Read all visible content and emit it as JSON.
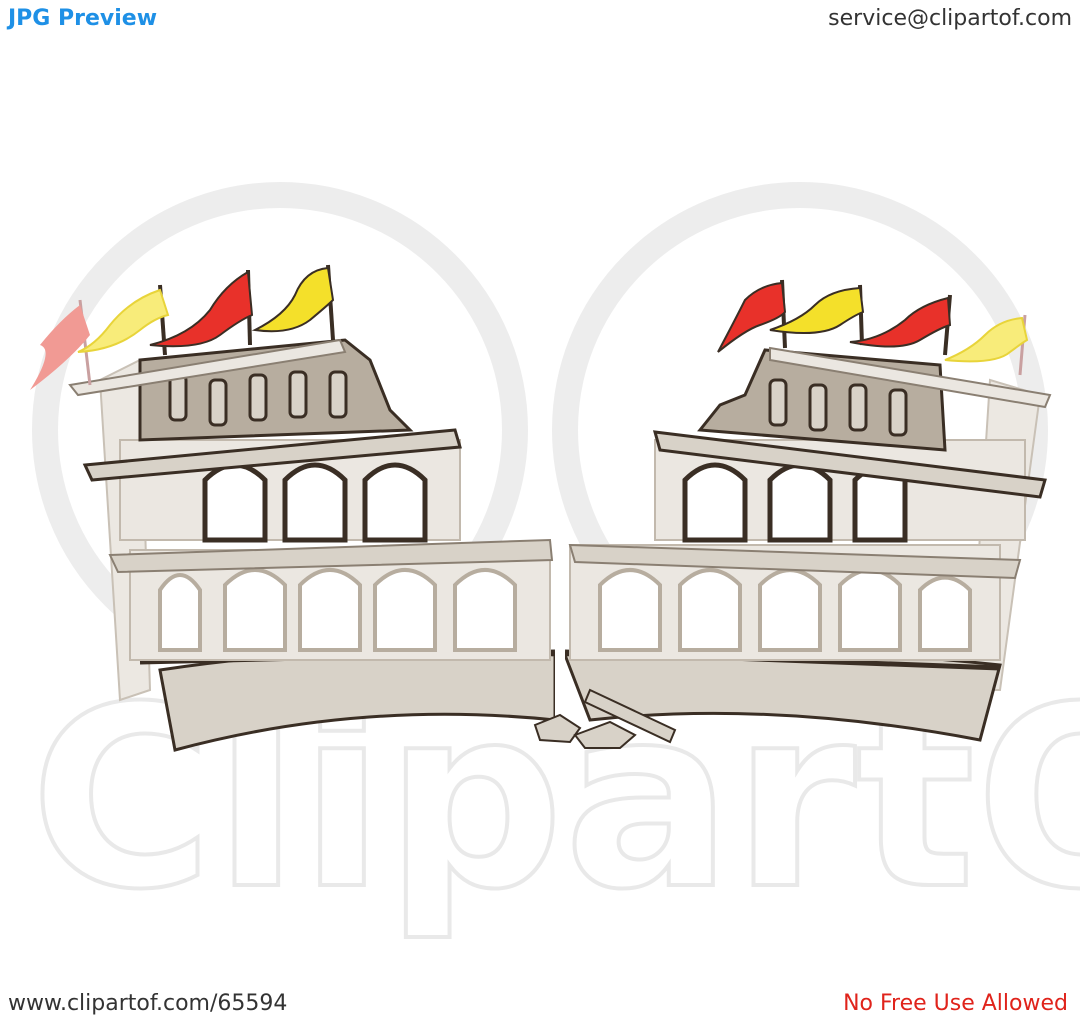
{
  "header": {
    "left_label": "JPG Preview",
    "right_label": "service@clipartof.com"
  },
  "footer": {
    "left_label": "www.clipartof.com/65594",
    "right_label": "No Free Use Allowed"
  },
  "watermark": {
    "text": "ClipartOf"
  },
  "colors": {
    "header_blue": "#1e90e6",
    "footer_red": "#e0231b",
    "stone": "#d8d2c8",
    "stone_dark": "#b7ad9f",
    "outline": "#3a2e24",
    "flag_red": "#e8312a",
    "flag_yellow": "#f4e02a"
  }
}
